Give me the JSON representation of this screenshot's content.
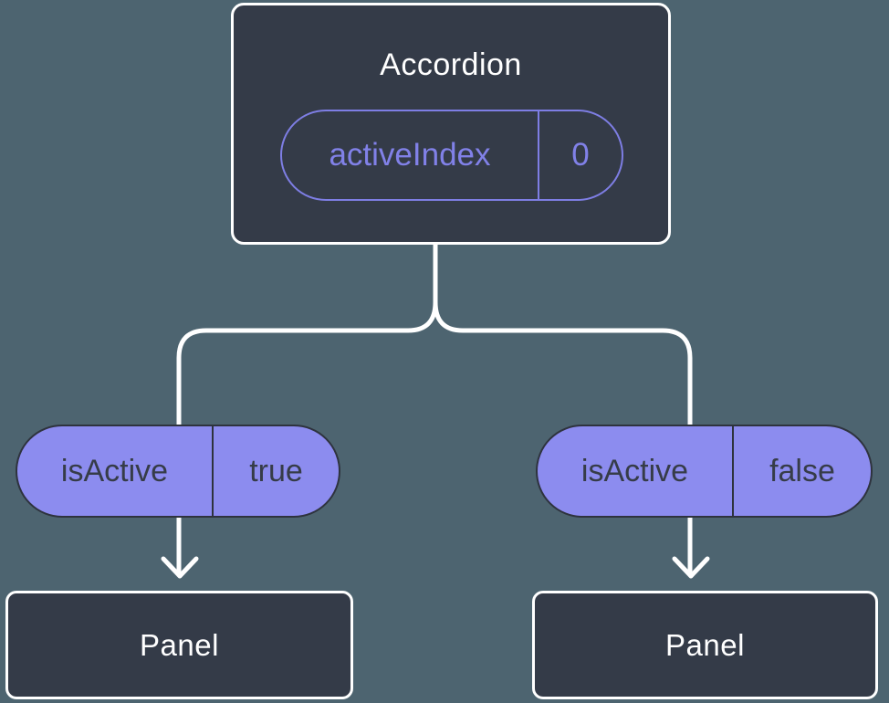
{
  "diagram": {
    "description": "React component tree: Accordion passing isActive props to two Panels",
    "root": {
      "title": "Accordion",
      "prop": {
        "name": "activeIndex",
        "value": "0"
      }
    },
    "children": [
      {
        "prop": {
          "name": "isActive",
          "value": "true"
        },
        "label": "Panel"
      },
      {
        "prop": {
          "name": "isActive",
          "value": "false"
        },
        "label": "Panel"
      }
    ],
    "colors": {
      "background": "#4D6470",
      "node_fill": "#343B48",
      "node_border": "#FFFFFF",
      "pill_fill": "#8C8CEF",
      "pill_text": "#363C48",
      "accent_purple": "#7E7EE4",
      "connector": "#FFFFFF"
    }
  }
}
